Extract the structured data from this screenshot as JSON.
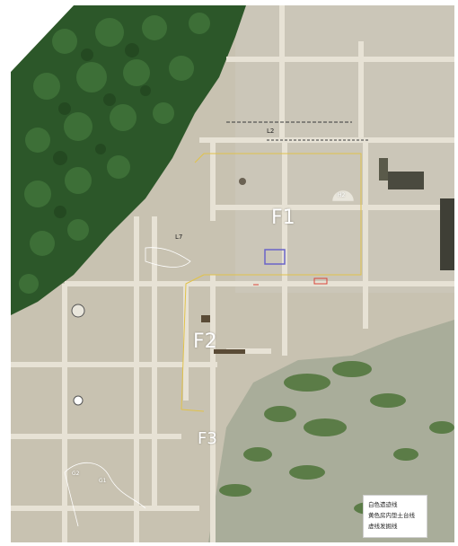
{
  "map": {
    "zones": [
      {
        "id": "F1",
        "label": "F1"
      },
      {
        "id": "F2",
        "label": "F2"
      },
      {
        "id": "F3",
        "label": "F3"
      }
    ],
    "features": [
      {
        "id": "L2",
        "label": "L2"
      },
      {
        "id": "L7",
        "label": "L7"
      },
      {
        "id": "H2",
        "label": "H2"
      },
      {
        "id": "G1",
        "label": "G1"
      },
      {
        "id": "G2",
        "label": "G2"
      }
    ],
    "colors": {
      "forest": "#2f5a2c",
      "soil": "#c9c4b4",
      "trench_line": "#e8e4d8",
      "boundary": "#e1c24a",
      "red_line": "#d9453c",
      "vegetation": "#5f7d4a",
      "highlight_box": "#6a64c8"
    }
  },
  "legend": {
    "line1": "白色遗迹线",
    "line2": "黄色房内垫土台线",
    "line3": "虚线发掘线"
  }
}
